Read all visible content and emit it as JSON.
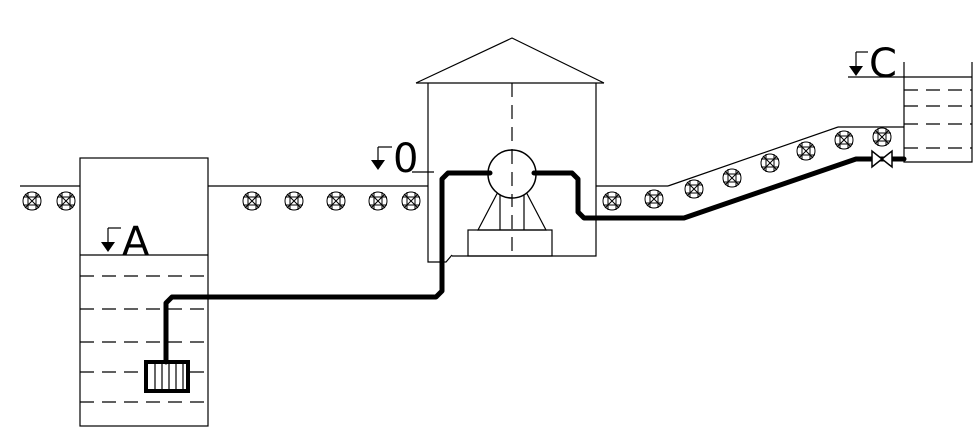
{
  "labels": {
    "suction_level": "A",
    "datum_level": "0",
    "discharge_level": "C"
  },
  "components": {
    "suction_tank": "suction-tank",
    "pump_house": "pump-house",
    "pump": "pump",
    "valve": "valve",
    "delivery_tank": "delivery-tank",
    "strainer": "foot-strainer"
  },
  "colors": {
    "line": "#000000",
    "background": "#ffffff"
  }
}
